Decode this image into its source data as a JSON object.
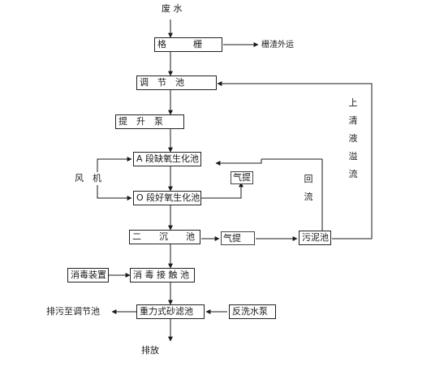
{
  "diagram": {
    "input_label": "废 水",
    "nodes": {
      "grille": "格　　　栅",
      "regulating_tank": "调　节　池",
      "lift_pump": "提　升　泵",
      "anoxic_tank": "A 段缺氧生化池",
      "aerobic_tank": "O 段好氧生化池",
      "secondary_clarifier": "二　　沉　　池",
      "sludge_tank": "污泥池",
      "disinfection_contact_tank": "消 毒 接 触 池",
      "disinfection_device": "消毒装置",
      "gravity_sand_filter": "重力式砂滤池",
      "backwash_pump": "反洗水泵"
    },
    "labels": {
      "residue_outlet": "栅渣外运",
      "blower": "风　机",
      "air_lift_1": "气提",
      "air_lift_2": "气提",
      "return_flow": "回流",
      "supernatant_overflow": "上清液溢流",
      "drain_to_regulating": "排污至调节池",
      "discharge": "排放"
    }
  }
}
